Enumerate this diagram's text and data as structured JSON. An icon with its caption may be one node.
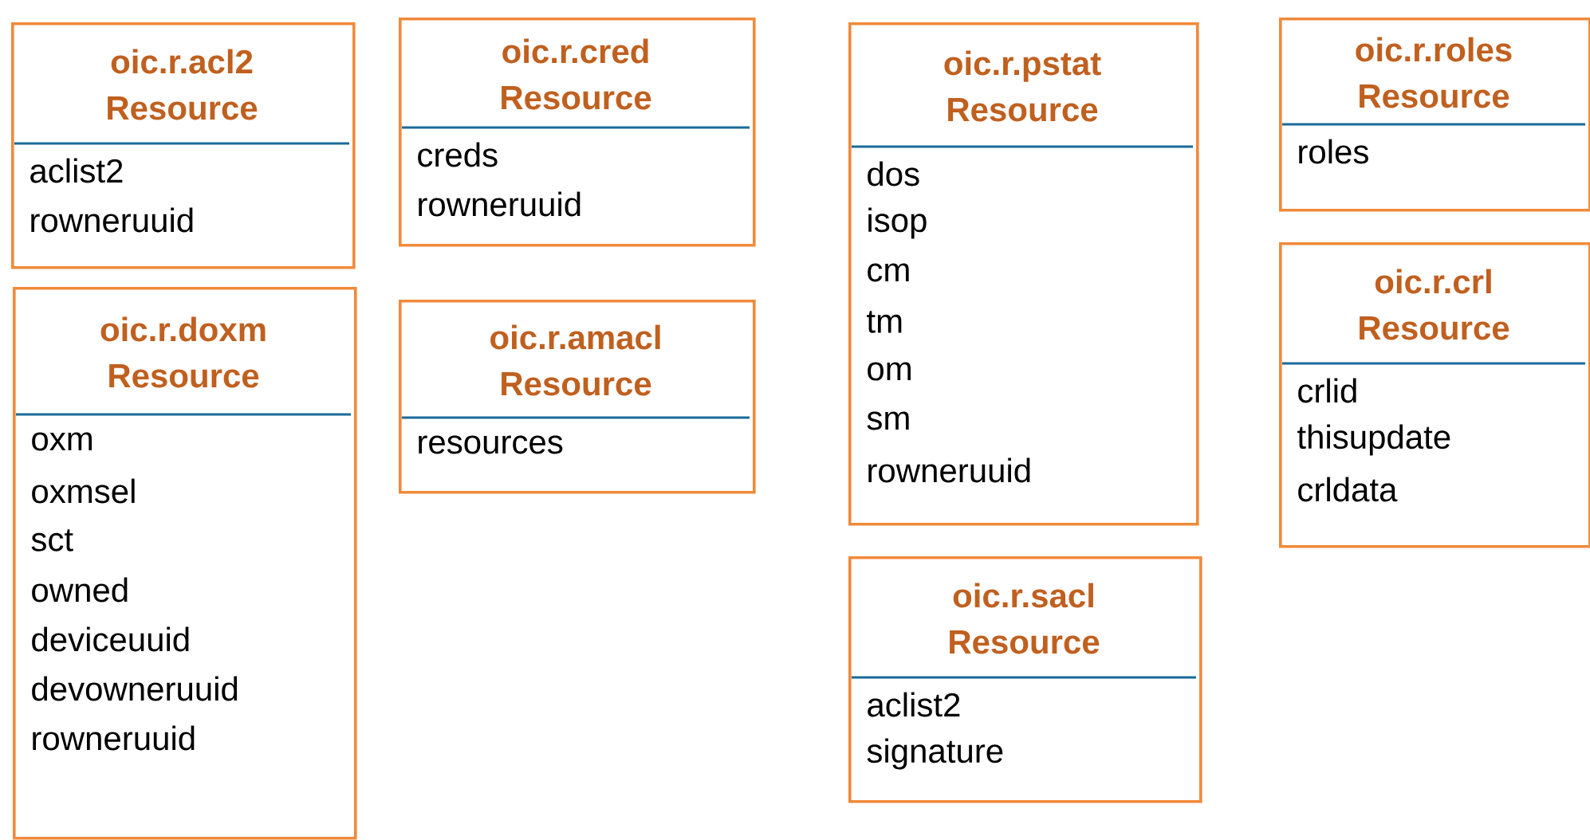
{
  "diagram": {
    "nodes": [
      {
        "text": [
          "oic.r.acl2 Resource",
          "aclist2",
          "rowneruuid"
        ]
      },
      {
        "text": [
          "oic.r.doxm Resource",
          "oxm",
          "oxmsel",
          "sct",
          "owned",
          "deviceuuid",
          "devowneruuid",
          "rowneruuid"
        ]
      },
      {
        "text": [
          "oic.r.cred Resource",
          "creds",
          "rowneruuid"
        ]
      },
      {
        "text": [
          "oic.r.amacl Resource",
          "resources"
        ]
      },
      {
        "text": [
          "oic.r.pstat Resource",
          "dos",
          "isop",
          "cm",
          "tm",
          "om",
          "sm",
          "rowneruuid"
        ]
      },
      {
        "text": [
          "oic.r.sacl Resource",
          "aclist2",
          "signature"
        ]
      },
      {
        "text": [
          "oic.r.roles Resource",
          "roles"
        ]
      },
      {
        "text": [
          "oic.r.crl Resource",
          "crlid",
          "thisupdate",
          "crldata"
        ]
      }
    ]
  }
}
